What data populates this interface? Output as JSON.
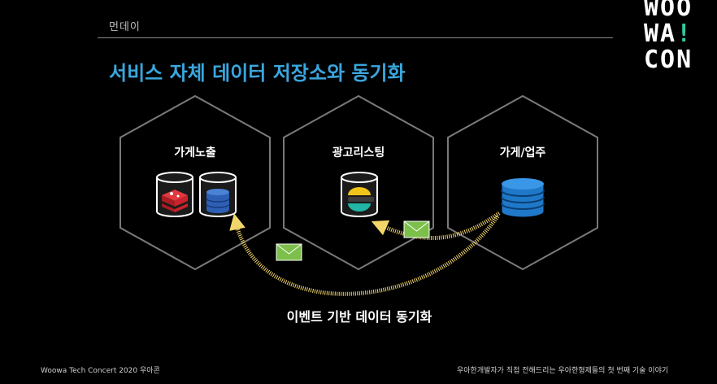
{
  "header": {
    "section_label": "먼데이",
    "title": "서비스 자체 데이터 저장소와 동기화"
  },
  "logo": {
    "line1": "WOO",
    "line2_text": "WA",
    "line2_mark": "!",
    "line3": "CON"
  },
  "diagram": {
    "hexagons": [
      {
        "label": "가게노출",
        "icons": [
          "redis-database-icon",
          "dynamodb-database-icon"
        ]
      },
      {
        "label": "광고리스팅",
        "icons": [
          "elasticsearch-database-icon"
        ]
      },
      {
        "label": "가게/업주",
        "icons": [
          "database-icon"
        ]
      }
    ],
    "caption": "이벤트 기반 데이터 동기화"
  },
  "footer": {
    "left": "Woowa Tech Concert  2020 우아콘",
    "right": "우아한개발자가 직접 전해드리는 우아한형제들의 첫 번째 기술 이야기"
  },
  "colors": {
    "background": "#000000",
    "title": "#3aa6dd",
    "arrow": "#f3d66a",
    "envelope": "#7cc04b",
    "redis": "#c8232c",
    "dynamodb": "#2d5fb5",
    "database": "#1f78c8",
    "elastic_yellow": "#f0c419",
    "elastic_teal": "#22b5a5",
    "logo_accent": "#31c7a0"
  }
}
